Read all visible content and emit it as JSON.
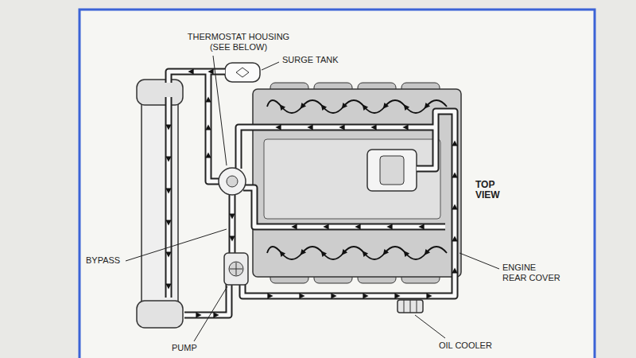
{
  "diagram": {
    "labels": [
      "THERMOSTAT HOUSING (SEE BELOW)",
      "SURGE TANK",
      "TOP VIEW",
      "BYPASS",
      "ENGINE REAR COVER",
      "OIL COOLER",
      "PUMP"
    ]
  }
}
